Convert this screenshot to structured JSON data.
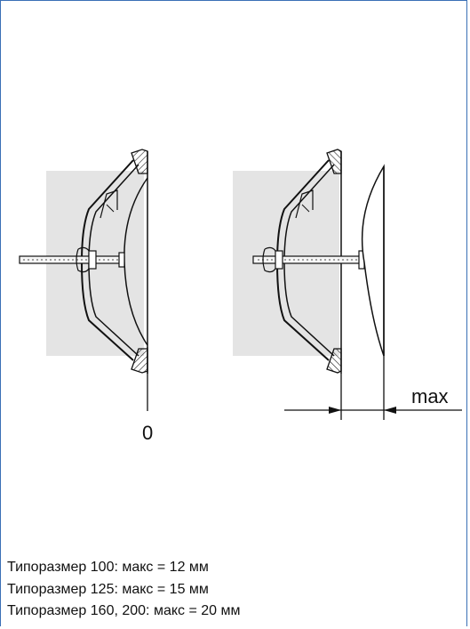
{
  "labels": {
    "zero": "0",
    "max": "max"
  },
  "specs": [
    "Типоразмер 100: макс = 12 мм",
    "Типоразмер 125: макс = 15 мм",
    "Типоразмер 160, 200: макс = 20 мм"
  ],
  "colors": {
    "frame": "#3a6fb6",
    "wall": "#e4e4e4",
    "line": "#111111"
  }
}
